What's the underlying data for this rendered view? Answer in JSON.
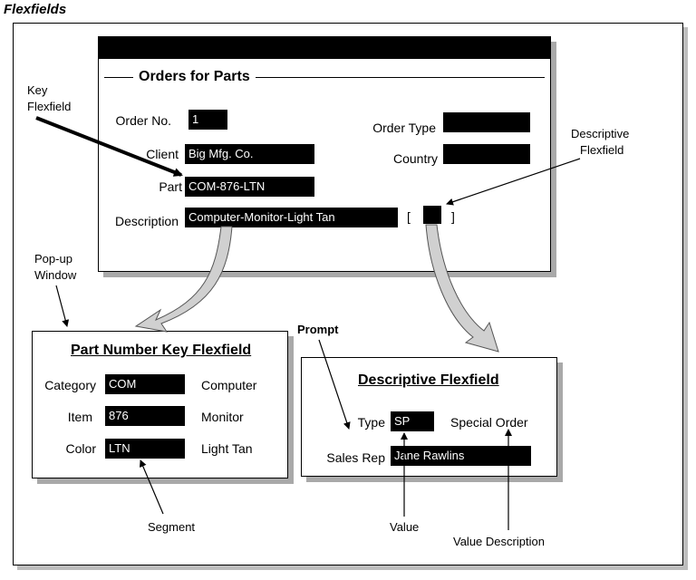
{
  "page_title": "Flexfields",
  "main_window": {
    "title": "Orders for Parts",
    "fields": {
      "order_no": {
        "label": "Order No.",
        "value": "1"
      },
      "client": {
        "label": "Client",
        "value": "Big Mfg. Co."
      },
      "part": {
        "label": "Part",
        "value": "COM-876-LTN"
      },
      "description": {
        "label": "Description",
        "value": "Computer-Monitor-Light Tan"
      },
      "order_type": {
        "label": "Order Type",
        "value": ""
      },
      "country": {
        "label": "Country",
        "value": ""
      }
    },
    "bracket_open": "[",
    "bracket_close": "]"
  },
  "popup_window": {
    "title": "Part Number Key Flexfield",
    "rows": [
      {
        "label": "Category",
        "value": "COM",
        "description": "Computer"
      },
      {
        "label": "Item",
        "value": "876",
        "description": "Monitor"
      },
      {
        "label": "Color",
        "value": "LTN",
        "description": "Light Tan"
      }
    ]
  },
  "descriptive_window": {
    "title": "Descriptive Flexfield",
    "rows": [
      {
        "label": "Type",
        "value": "SP",
        "description": "Special Order"
      },
      {
        "label": "Sales Rep",
        "value": "Jane Rawlins",
        "description": ""
      }
    ]
  },
  "callouts": {
    "key_flexfield": [
      "Key",
      "Flexfield"
    ],
    "descriptive_flexfield": [
      "Descriptive",
      "Flexfield"
    ],
    "popup_window": [
      "Pop-up",
      "Window"
    ],
    "prompt": "Prompt",
    "segment": "Segment",
    "value": "Value",
    "value_description": "Value Description"
  }
}
